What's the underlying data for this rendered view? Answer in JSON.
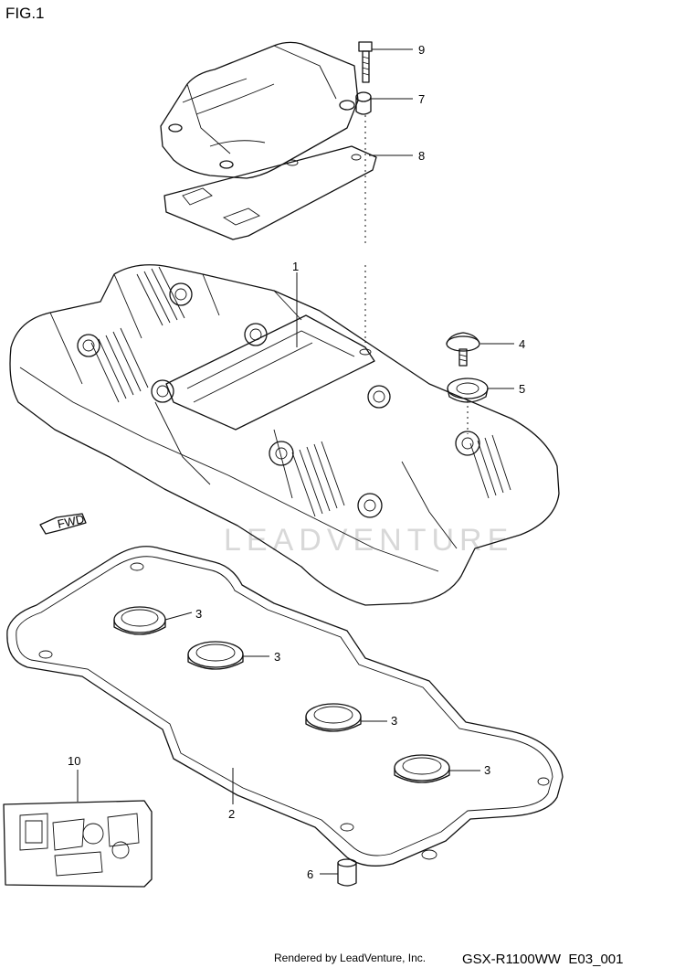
{
  "figure_title": "FIG.1",
  "watermark": "LEADVENTURE",
  "fwd_arrow_text": "FWD",
  "callouts": {
    "c1": "1",
    "c2": "2",
    "c3a": "3",
    "c3b": "3",
    "c3c": "3",
    "c3d": "3",
    "c4": "4",
    "c5": "5",
    "c6": "6",
    "c7": "7",
    "c8": "8",
    "c9": "9",
    "c10": "10"
  },
  "footer": {
    "rendered_by": "Rendered by LeadVenture, Inc.",
    "diagram_code": "GSX-R1100WW  E03_001"
  }
}
